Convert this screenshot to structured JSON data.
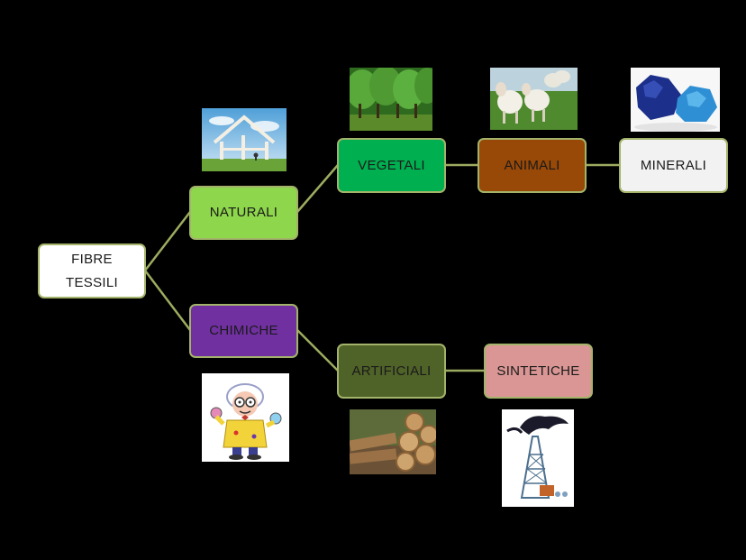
{
  "nodes": {
    "fibre_tessili": {
      "line1": "FIBRE",
      "line2": "TESSILI",
      "color": "#ffffff"
    },
    "naturali": {
      "label": "NATURALI",
      "color": "#8ed64b"
    },
    "chimiche": {
      "label": "CHIMICHE",
      "color": "#7030a0"
    },
    "vegetali": {
      "label": "VEGETALI",
      "color": "#00b050"
    },
    "animali": {
      "label": "ANIMALI",
      "color": "#984807"
    },
    "minerali": {
      "label": "MINERALI",
      "color": "#f2f2f2"
    },
    "artificiali": {
      "label": "ARTIFICIALI",
      "color": "#4f6228"
    },
    "sintetiche": {
      "label": "SINTETICHE",
      "color": "#d99694"
    }
  },
  "pictures": {
    "house_frame": "house-frame-picture",
    "hedge": "hedge-picture",
    "sheep": "sheep-picture",
    "mineral_rocks": "mineral-rocks-picture",
    "scientist": "scientist-picture",
    "logs": "logs-picture",
    "oil_derrick": "oil-derrick-picture"
  },
  "connector_color": "#9cac60",
  "background_color": "#000000"
}
